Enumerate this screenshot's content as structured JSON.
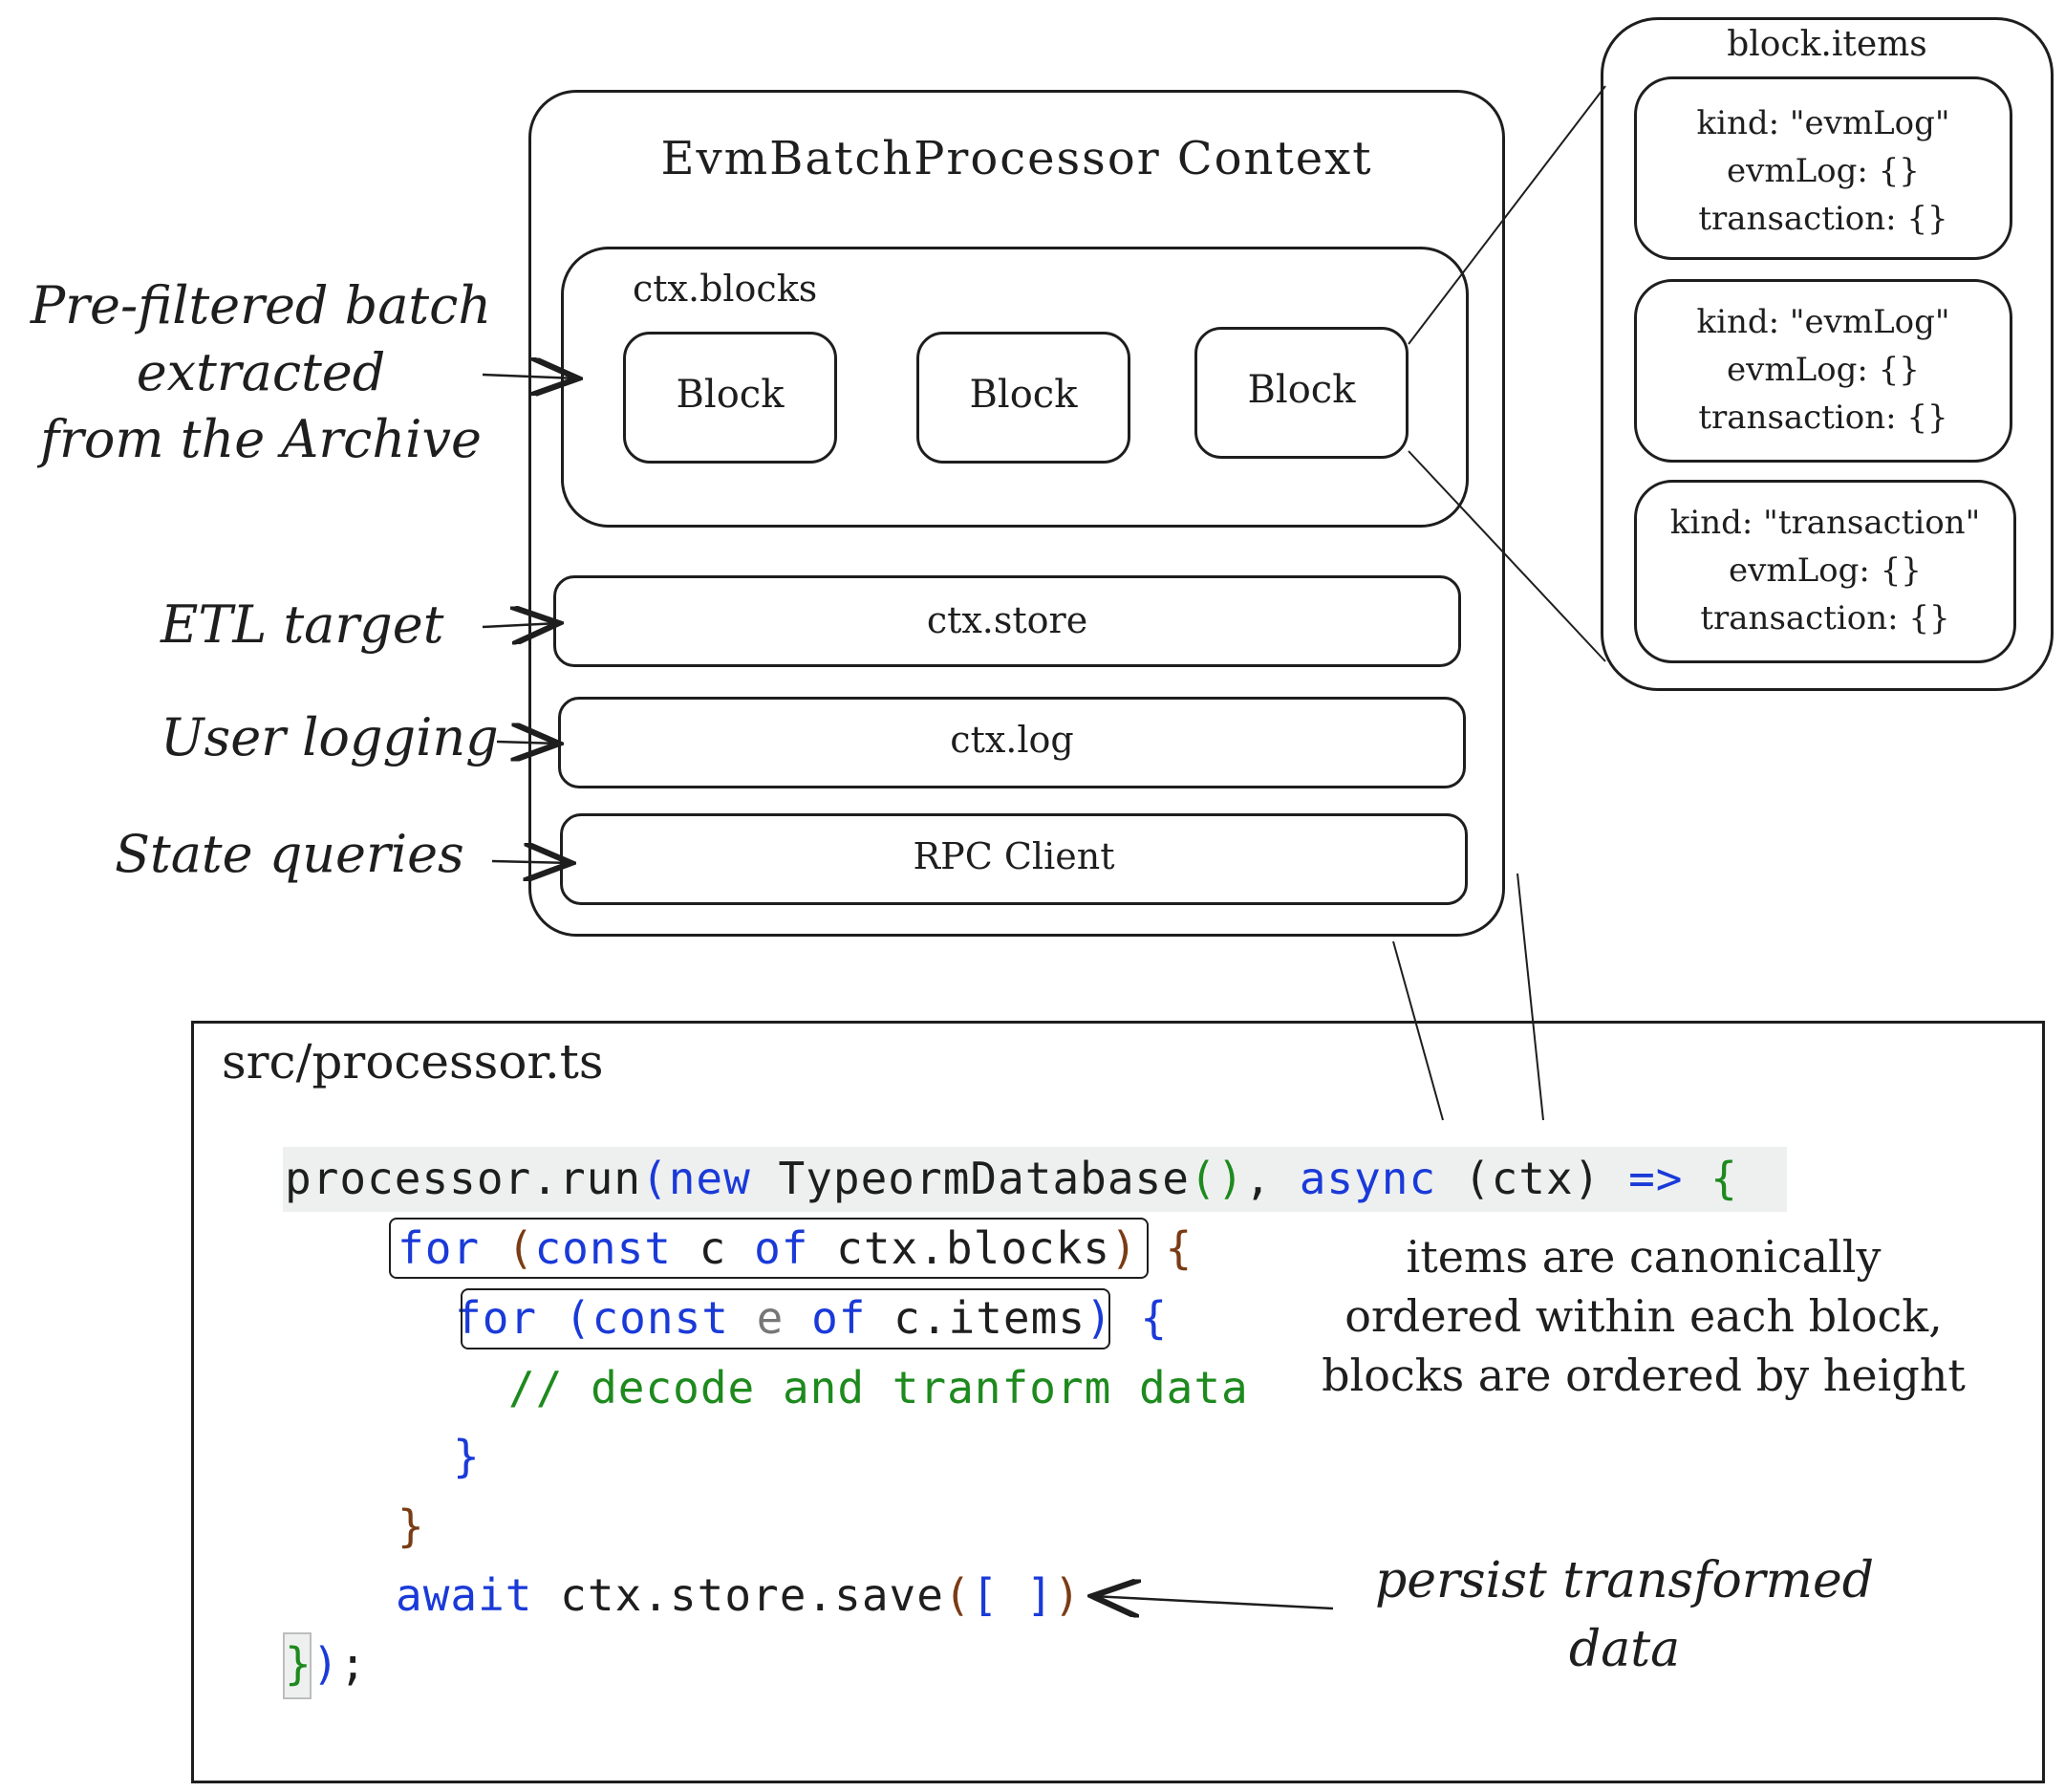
{
  "context": {
    "title": "EvmBatchProcessor Context",
    "blocks_label": "ctx.blocks",
    "blocks": [
      "Block",
      "Block",
      "Block"
    ],
    "store": "ctx.store",
    "log": "ctx.log",
    "rpc": "RPC Client"
  },
  "left_labels": {
    "prefiltered": [
      "Pre-filtered batch",
      "extracted",
      "from the Archive"
    ],
    "etl": "ETL target",
    "logging": "User logging",
    "state": "State queries"
  },
  "items_panel": {
    "title": "block.items",
    "items": [
      {
        "kind": "kind: \"evmLog\"",
        "evmlog": "evmLog: {}",
        "transaction": "transaction: {}"
      },
      {
        "kind": "kind: \"evmLog\"",
        "evmlog": "evmLog: {}",
        "transaction": "transaction: {}"
      },
      {
        "kind": "kind: \"transaction\"",
        "evmlog": "evmLog: {}",
        "transaction": "transaction: {}"
      }
    ]
  },
  "code_panel": {
    "filename": "src/processor.ts",
    "lines": {
      "l1_a": "processor.run",
      "l1_b": "(",
      "l1_c": "new",
      "l1_d": " TypeormDatabase",
      "l1_e": "()",
      "l1_f": ", ",
      "l1_g": "async",
      "l1_h": " (ctx) ",
      "l1_i": "=>",
      "l1_j": " {",
      "l2_a": "for",
      "l2_b": " (",
      "l2_c": "const",
      "l2_d": " c ",
      "l2_e": "of",
      "l2_f": " ctx.blocks",
      "l2_g": ")",
      "l2_h": " {",
      "l3_a": "for",
      "l3_b": " (",
      "l3_c": "const",
      "l3_d": " e ",
      "l3_e": "of",
      "l3_f": " c.items",
      "l3_g": ")",
      "l3_h": " {",
      "l4": "// decode and tranform data",
      "l5": "}",
      "l6": "}",
      "l7_a": "await",
      "l7_b": " ctx.store.save",
      "l7_c": "(",
      "l7_d": "[ ]",
      "l7_e": ")",
      "l8_a": "}",
      "l8_b": ")",
      "l8_c": ";"
    }
  },
  "annotations": {
    "ordering": [
      "items are canonically",
      "ordered within each block,",
      "blocks are ordered by height"
    ],
    "persist": [
      "persist transformed",
      "data"
    ]
  }
}
